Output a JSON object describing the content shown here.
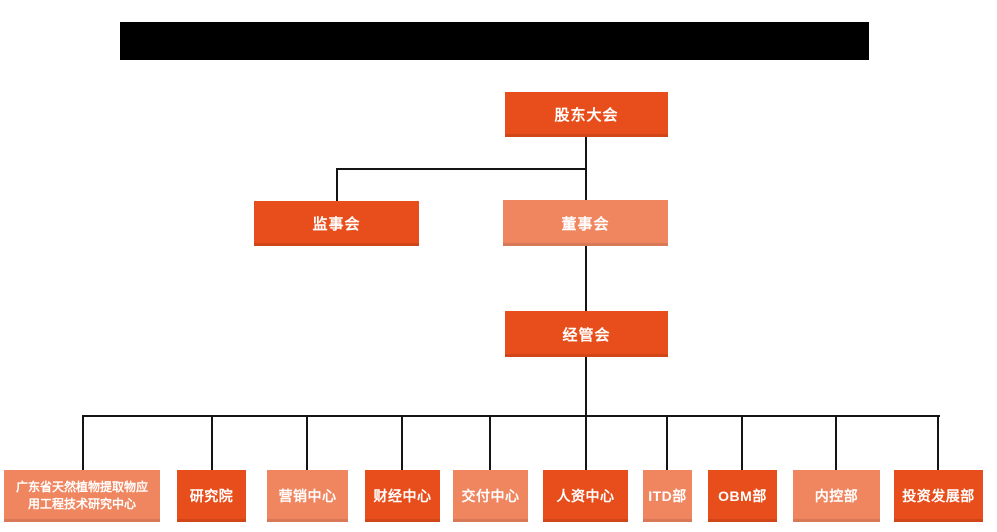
{
  "colors": {
    "dark_orange": "#E84E1B",
    "light_orange": "#F08660",
    "connector_line": "#141414",
    "redacted_bar": "#000000",
    "node_text": "#ffffff"
  },
  "org": {
    "nodes": {
      "shareholders": {
        "label": "股东大会",
        "color": "dark"
      },
      "supervisory": {
        "label": "监事会",
        "color": "dark"
      },
      "board": {
        "label": "董事会",
        "color": "light"
      },
      "management": {
        "label": "经管会",
        "color": "dark"
      }
    },
    "departments": [
      {
        "label": "广东省天然植物提取物应用工程技术研究中心",
        "color": "light"
      },
      {
        "label": "研究院",
        "color": "dark"
      },
      {
        "label": "营销中心",
        "color": "light"
      },
      {
        "label": "财经中心",
        "color": "dark"
      },
      {
        "label": "交付中心",
        "color": "light"
      },
      {
        "label": "人资中心",
        "color": "dark"
      },
      {
        "label": "ITD部",
        "color": "light"
      },
      {
        "label": "OBM部",
        "color": "dark"
      },
      {
        "label": "内控部",
        "color": "light"
      },
      {
        "label": "投资发展部",
        "color": "dark"
      }
    ]
  }
}
